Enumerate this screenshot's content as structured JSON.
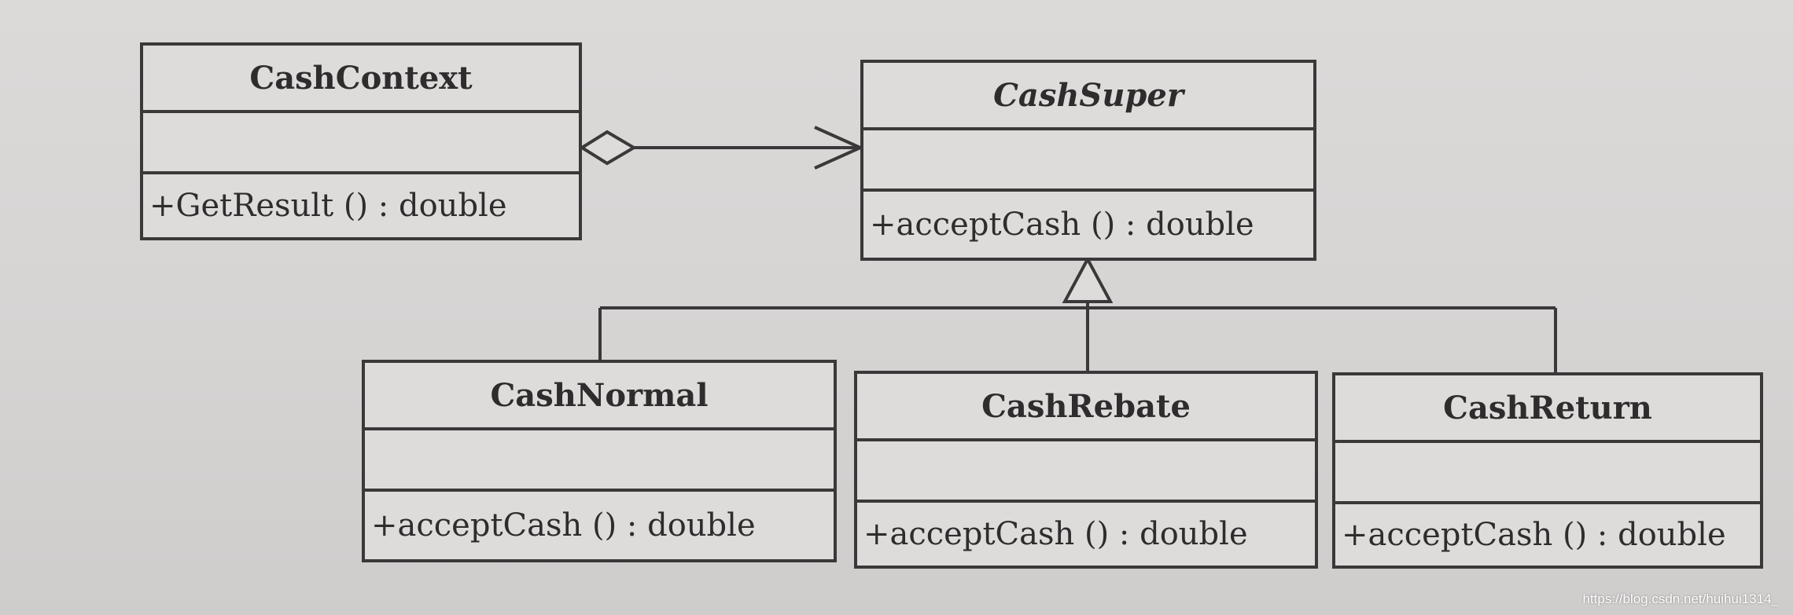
{
  "diagram": {
    "classes": {
      "cash_context": {
        "name": "CashContext",
        "operation": "+GetResult () : double"
      },
      "cash_super": {
        "name": "CashSuper",
        "operation": "+acceptCash () : double"
      },
      "cash_normal": {
        "name": "CashNormal",
        "operation": "+acceptCash () : double"
      },
      "cash_rebate": {
        "name": "CashRebate",
        "operation": "+acceptCash () : double"
      },
      "cash_return": {
        "name": "CashReturn",
        "operation": "+acceptCash () : double"
      }
    }
  },
  "watermark": "https://blog.csdn.net/huihui1314_",
  "colors": {
    "line": "#3a3838",
    "text": "#2e2c2c",
    "background": "#d9d7d6"
  }
}
